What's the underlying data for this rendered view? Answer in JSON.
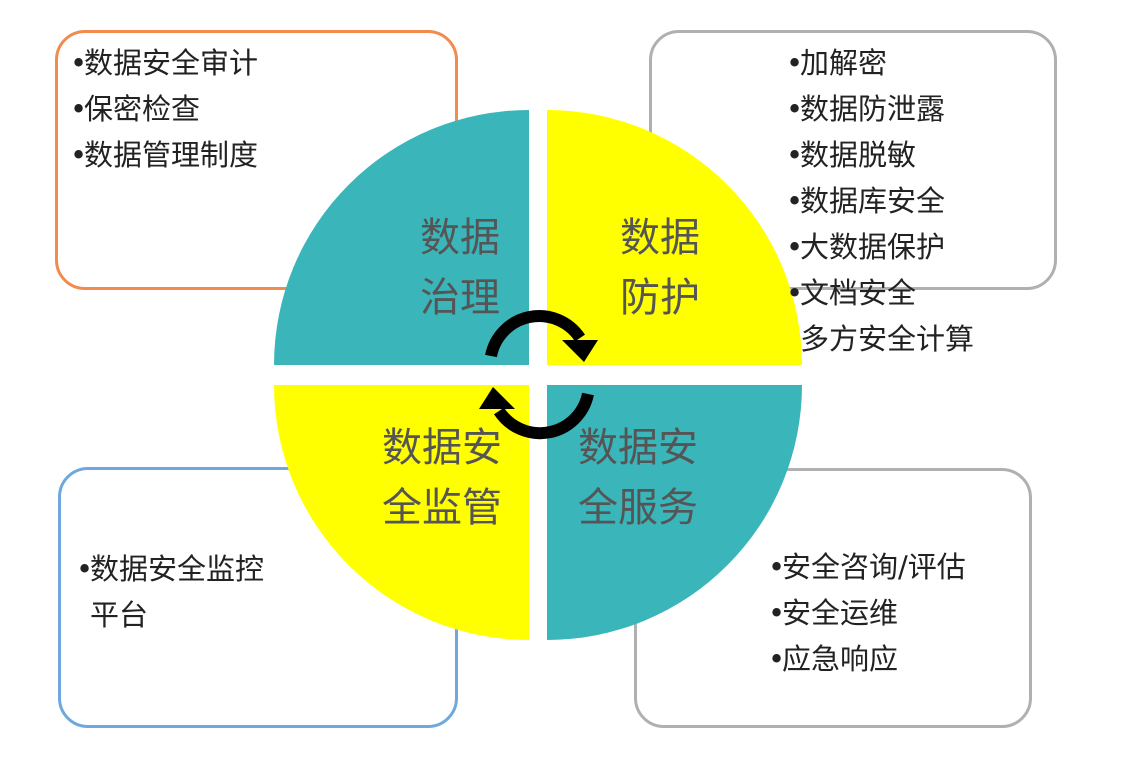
{
  "colors": {
    "teal": "#3AB5BA",
    "yellow": "#FFFF00",
    "arrow": "#000000",
    "border_top_left": "#F08C50",
    "border_top_right": "#B0B0B0",
    "border_bottom_left": "#6FA8DC",
    "border_bottom_right": "#B0B0B0"
  },
  "quadrants": {
    "top_left": {
      "line1": "数据",
      "line2": "治理"
    },
    "top_right": {
      "line1": "数据",
      "line2": "防护"
    },
    "bottom_left": {
      "line1": "数据安",
      "line2": "全监管"
    },
    "bottom_right": {
      "line1": "数据安",
      "line2": "全服务"
    }
  },
  "boxes": {
    "top_left": {
      "bullet": "•",
      "items": [
        "数据安全审计",
        "保密检查",
        "数据管理制度"
      ]
    },
    "top_right": {
      "bullet": "•",
      "items": [
        "加解密",
        "数据防泄露",
        "数据脱敏",
        "数据库安全",
        "大数据保护",
        "文档安全"
      ],
      "continuation": "多方安全计算"
    },
    "bottom_left": {
      "bullet": "•",
      "line1": "数据安全监控",
      "line2": "平台"
    },
    "bottom_right": {
      "bullet": "•",
      "items": [
        "安全咨询/评估",
        "安全运维",
        "应急响应"
      ]
    }
  }
}
